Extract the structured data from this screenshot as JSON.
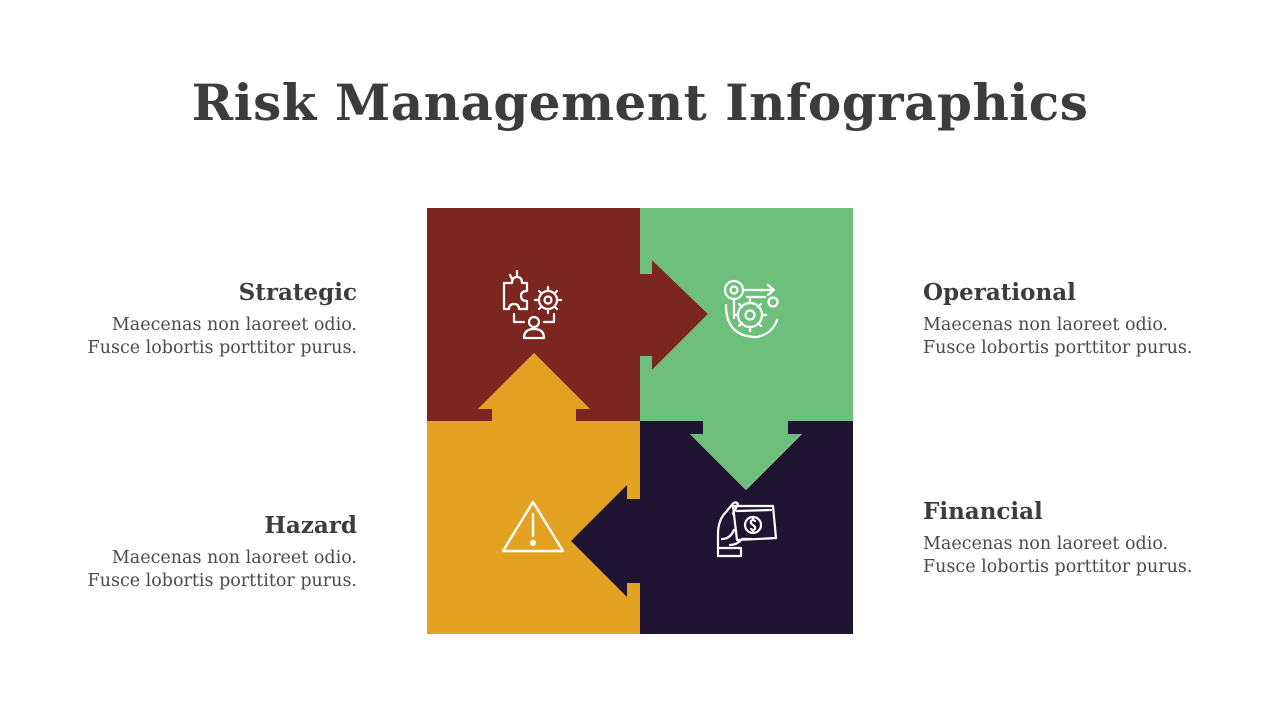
{
  "title": "Risk Management Infographics",
  "colors": {
    "strategic": "#7b271f",
    "operational": "#6fbf7c",
    "hazard": "#e4a223",
    "financial": "#201433",
    "icon_stroke": "#ffffff",
    "heading_text": "#3c3c3c",
    "body_text": "#4a4a4a"
  },
  "segments": {
    "strategic": {
      "heading": "Strategic",
      "desc_line1": "Maecenas non laoreet odio.",
      "desc_line2": "Fusce lobortis porttitor purus.",
      "icon": "puzzle-gears-person-icon"
    },
    "operational": {
      "heading": "Operational",
      "desc_line1": "Maecenas non laoreet odio.",
      "desc_line2": "Fusce lobortis porttitor purus.",
      "icon": "gears-process-icon"
    },
    "hazard": {
      "heading": "Hazard",
      "desc_line1": "Maecenas non laoreet odio.",
      "desc_line2": "Fusce lobortis porttitor purus.",
      "icon": "warning-triangle-icon"
    },
    "financial": {
      "heading": "Financial",
      "desc_line1": "Maecenas non laoreet odio.",
      "desc_line2": "Fusce lobortis porttitor purus.",
      "icon": "money-hand-icon"
    }
  }
}
